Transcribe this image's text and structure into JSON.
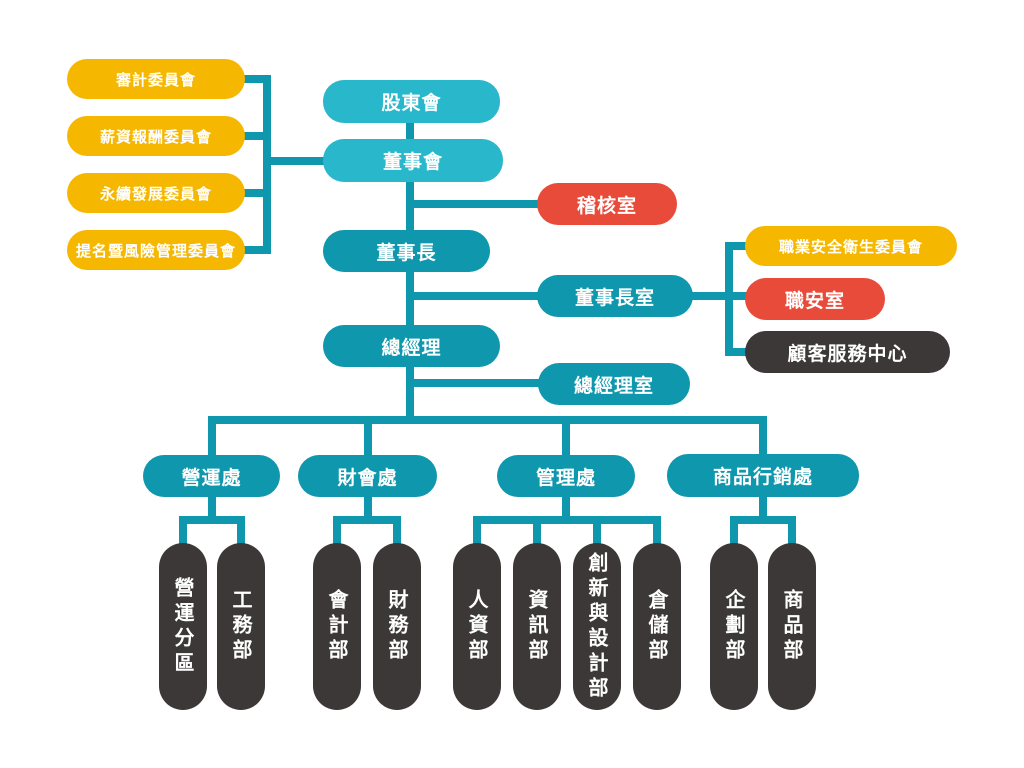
{
  "colors": {
    "connector": "#0f97ad",
    "committee_yellow": "#f6b700",
    "governance_cyan": "#29b7cb",
    "management_teal": "#0f97ad",
    "office_red": "#e84b3a",
    "department_dark": "#3c3837"
  },
  "board_committees": [
    {
      "label": "審計委員會"
    },
    {
      "label": "薪資報酬委員會"
    },
    {
      "label": "永續發展委員會"
    },
    {
      "label": "提名暨風險管理委員會"
    }
  ],
  "main_chain": {
    "shareholders_meeting": "股東會",
    "board_of_directors": "董事會",
    "audit_office": "稽核室",
    "chairman": "董事長",
    "chairman_office": "董事長室",
    "president": "總經理",
    "president_office": "總經理室"
  },
  "chairman_office_units": [
    {
      "label": "職業安全衛生委員會"
    },
    {
      "label": "職安室"
    },
    {
      "label": "顧客服務中心"
    }
  ],
  "divisions": [
    {
      "label": "營運處",
      "departments": [
        "營運分區",
        "工務部"
      ]
    },
    {
      "label": "財會處",
      "departments": [
        "會計部",
        "財務部"
      ]
    },
    {
      "label": "管理處",
      "departments": [
        "人資部",
        "資訊部",
        "創新與設計部",
        "倉儲部"
      ]
    },
    {
      "label": "商品行銷處",
      "departments": [
        "企劃部",
        "商品部"
      ]
    }
  ]
}
